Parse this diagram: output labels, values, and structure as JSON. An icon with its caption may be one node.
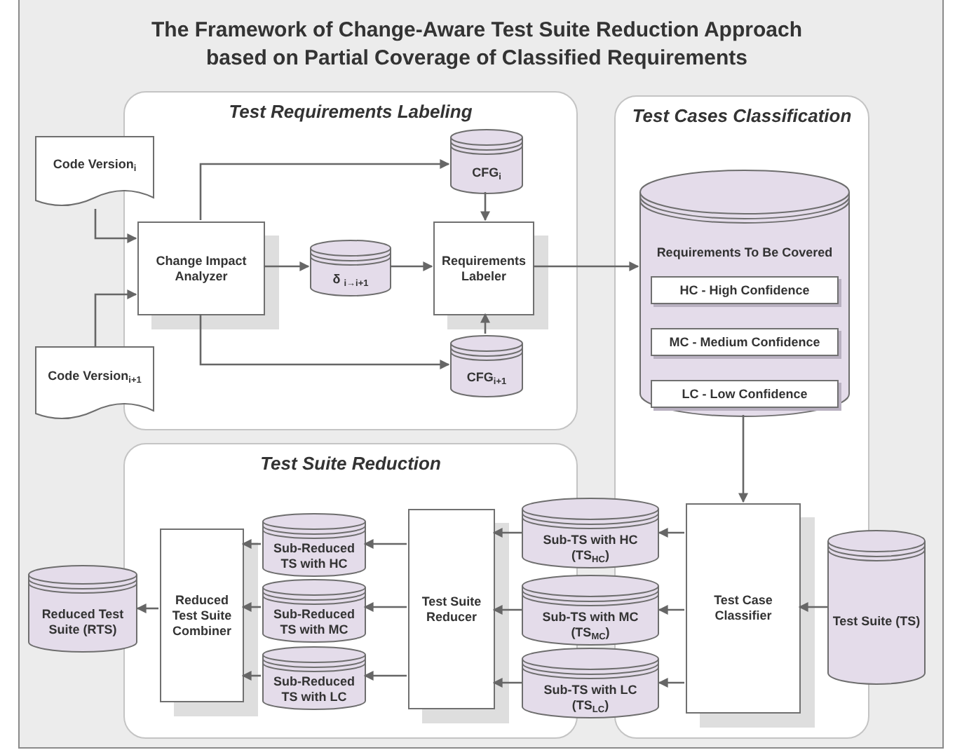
{
  "diagram": {
    "title": "The Framework of Change-Aware Test Suite Reduction Approach based on Partial Coverage of Classified Requirements",
    "nodes": [
      {
        "text": [
          "Test Requirements Labeling"
        ]
      },
      {
        "text": [
          "Code Version$_{i}$"
        ]
      },
      {
        "text": [
          "Code Version$_{i+1}$"
        ]
      },
      {
        "text": [
          "Change Impact Analyzer"
        ],
        "in": 0
      },
      {
        "text": [
          "δ $_{i→i+1}$"
        ],
        "in": 0
      },
      {
        "text": [
          "CFG$_{i}$"
        ],
        "in": 0
      },
      {
        "text": [
          "Requirements Labeler"
        ],
        "in": 0
      },
      {
        "text": [
          "CFG$_{i+1}$"
        ],
        "in": 0
      },
      {
        "text": [
          "Test Cases Classification"
        ]
      },
      {
        "text": [
          "Requirements To Be Covered"
        ],
        "in": 8
      },
      {
        "text": [
          "HC - High Confidence"
        ],
        "in": 9
      },
      {
        "text": [
          "MC - Medium Confidence"
        ],
        "in": 9
      },
      {
        "text": [
          "LC - Low Confidence"
        ],
        "in": 9
      },
      {
        "text": [
          "Test Suite Reduction"
        ]
      },
      {
        "text": [
          "Test Case Classifier"
        ],
        "in": 8
      },
      {
        "text": [
          "Test Suite (TS)"
        ]
      },
      {
        "text": [
          "Sub-TS with HC (TS$_{HC}$)"
        ]
      },
      {
        "text": [
          "Sub-TS with MC (TS$_{MC}$)"
        ]
      },
      {
        "text": [
          "Sub-TS with LC (TS$_{LC}$)"
        ]
      },
      {
        "text": [
          "Test Suite Reducer"
        ],
        "in": 13
      },
      {
        "text": [
          "Sub-Reduced TS with HC"
        ],
        "in": 13
      },
      {
        "text": [
          "Sub-Reduced TS with MC"
        ],
        "in": 13
      },
      {
        "text": [
          "Sub-Reduced TS with LC"
        ],
        "in": 13
      },
      {
        "text": [
          "Reduced Test Suite Combiner"
        ],
        "in": 13
      },
      {
        "text": [
          "Reduced Test Suite (RTS)"
        ]
      }
    ],
    "edges": [
      {
        "from": 1,
        "to": 3,
        "arrow": "to"
      },
      {
        "from": 2,
        "to": 3,
        "arrow": "to"
      },
      {
        "from": 3,
        "to": 5,
        "arrow": "to"
      },
      {
        "from": 3,
        "to": 4,
        "arrow": "to"
      },
      {
        "from": 3,
        "to": 7,
        "arrow": "to"
      },
      {
        "from": 4,
        "to": 6,
        "arrow": "to"
      },
      {
        "from": 5,
        "to": 6,
        "arrow": "to"
      },
      {
        "from": 7,
        "to": 6,
        "arrow": "to"
      },
      {
        "from": 6,
        "to": 9,
        "arrow": "to"
      },
      {
        "from": 9,
        "to": 14,
        "arrow": "to"
      },
      {
        "from": 15,
        "to": 14,
        "arrow": "to"
      },
      {
        "from": 14,
        "to": 16,
        "arrow": "to"
      },
      {
        "from": 14,
        "to": 17,
        "arrow": "to"
      },
      {
        "from": 14,
        "to": 18,
        "arrow": "to"
      },
      {
        "from": 16,
        "to": 19,
        "arrow": "to"
      },
      {
        "from": 17,
        "to": 19,
        "arrow": "to"
      },
      {
        "from": 18,
        "to": 19,
        "arrow": "to"
      },
      {
        "from": 19,
        "to": 20,
        "arrow": "to"
      },
      {
        "from": 19,
        "to": 21,
        "arrow": "to"
      },
      {
        "from": 19,
        "to": 22,
        "arrow": "to"
      },
      {
        "from": 20,
        "to": 23,
        "arrow": "to"
      },
      {
        "from": 21,
        "to": 23,
        "arrow": "to"
      },
      {
        "from": 22,
        "to": 23,
        "arrow": "to"
      },
      {
        "from": 23,
        "to": 24,
        "arrow": "to"
      }
    ]
  }
}
